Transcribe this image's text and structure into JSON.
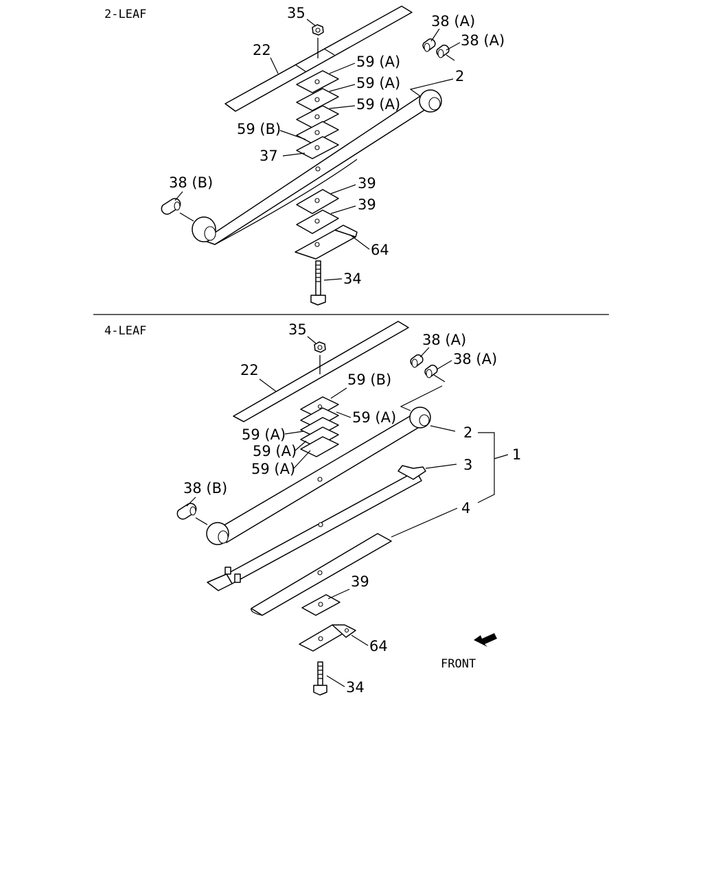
{
  "sections": {
    "top_title": "2-LEAF",
    "bottom_title": "4-LEAF"
  },
  "front_label": "FRONT",
  "callouts_top": [
    "35",
    "22",
    "38 (A)",
    "38 (A)",
    "59 (A)",
    "59 (A)",
    "59 (A)",
    "2",
    "59 (B)",
    "37",
    "38 (B)",
    "39",
    "39",
    "64",
    "34"
  ],
  "callouts_bottom": [
    "35",
    "38 (A)",
    "38 (A)",
    "22",
    "59 (B)",
    "59 (A)",
    "59 (A)",
    "59 (A)",
    "59 (A)",
    "2",
    "1",
    "3",
    "38 (B)",
    "4",
    "39",
    "64",
    "34"
  ]
}
